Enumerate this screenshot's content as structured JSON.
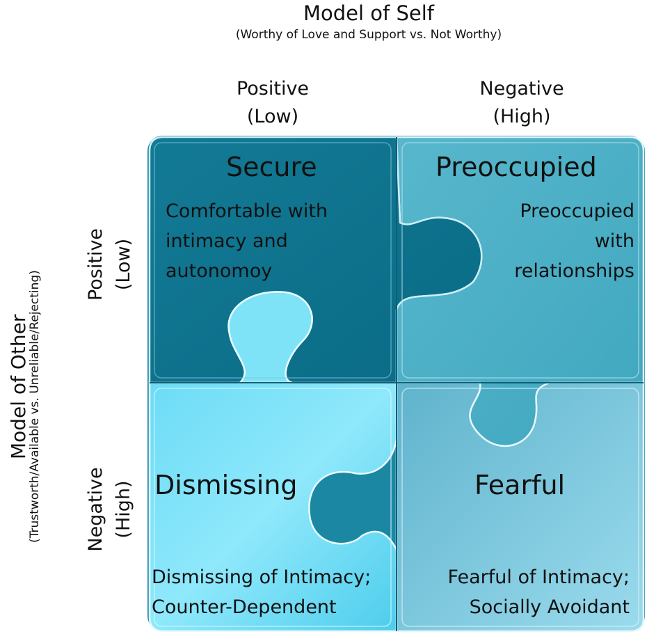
{
  "header": {
    "title": "Model of Self",
    "subtitle": "(Worthy of Love and Support vs. Not Worthy)"
  },
  "columns": [
    {
      "line1": "Positive",
      "line2": "(Low)"
    },
    {
      "line1": "Negative",
      "line2": "(High)"
    }
  ],
  "side": {
    "title": "Model of Other",
    "subtitle": "(Trustworth/Available vs. Unreliable/Rejecting)"
  },
  "rows": [
    {
      "line1": "Positive",
      "line2": "(Low)"
    },
    {
      "line1": "Negative",
      "line2": "(High)"
    }
  ],
  "quadrants": {
    "secure": {
      "title": "Secure",
      "lines": [
        "Comfortable with",
        "intimacy and",
        "autonomoy"
      ]
    },
    "preoccupied": {
      "title": "Preoccupied",
      "lines": [
        "Preoccupied",
        "with",
        "relationships"
      ]
    },
    "dismissing": {
      "title": "Dismissing",
      "lines": [
        "Dismissing of Intimacy;",
        "Counter-Dependent"
      ]
    },
    "fearful": {
      "title": "Fearful",
      "lines": [
        "Fearful of Intimacy;",
        "Socially Avoidant"
      ]
    }
  },
  "colors": {
    "secure": "#0f7e9a",
    "preoccupied": "#4aaec4",
    "dismissing": "#5fd6f2",
    "fearful": "#73bfd6"
  }
}
